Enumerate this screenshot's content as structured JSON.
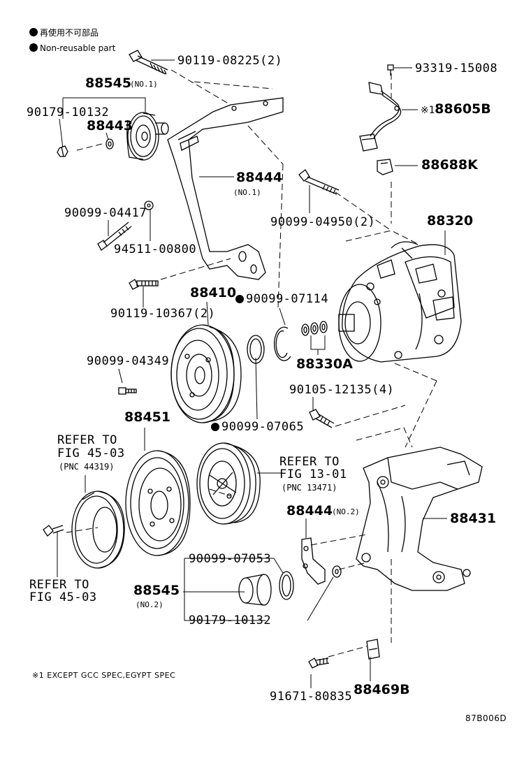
{
  "legend": {
    "japanese": "再使用不可部品",
    "english": "Non-reusable part"
  },
  "parts": {
    "p90119_08225": "90119-08225(2)",
    "p88545_1": "88545",
    "no1_a": "(NO.1)",
    "p90179_10132_a": "90179-10132",
    "p88443": "88443",
    "p88444_1": "88444",
    "no1_b": "(NO.1)",
    "p90099_04417": "90099-04417",
    "p94511_00800": "94511-00800",
    "p90119_10367": "90119-10367(2)",
    "p88410": "88410",
    "p90099_07114": "90099-07114",
    "p90099_04349": "90099-04349",
    "p88330a": "88330A",
    "p90105_12135": "90105-12135(4)",
    "p90099_07065": "90099-07065",
    "p88451": "88451",
    "refer1_a": "REFER TO",
    "refer1_b": "FIG 45-03",
    "refer1_c": "(PNC 44319)",
    "refer2_a": "REFER TO",
    "refer2_b": "FIG 13-01",
    "refer2_c": "(PNC 13471)",
    "refer3_a": "REFER TO",
    "refer3_b": "FIG 45-03",
    "p88444_2": "88444",
    "no2_a": "(NO.2)",
    "p88431": "88431",
    "p90099_07053": "90099-07053",
    "p88545_2": "88545",
    "no2_b": "(NO.2)",
    "p90179_10132_b": "90179-10132",
    "p93319_15008": "93319-15008",
    "p88605b_mark": "※1",
    "p88605b": "88605B",
    "p88688k": "88688K",
    "p90099_04950": "90099-04950(2)",
    "p88320": "88320",
    "p91671_80835": "91671-80835",
    "p88469b": "88469B"
  },
  "footnote": "※1 EXCEPT GCC SPEC,EGYPT SPEC",
  "figure_code": "87B006D"
}
